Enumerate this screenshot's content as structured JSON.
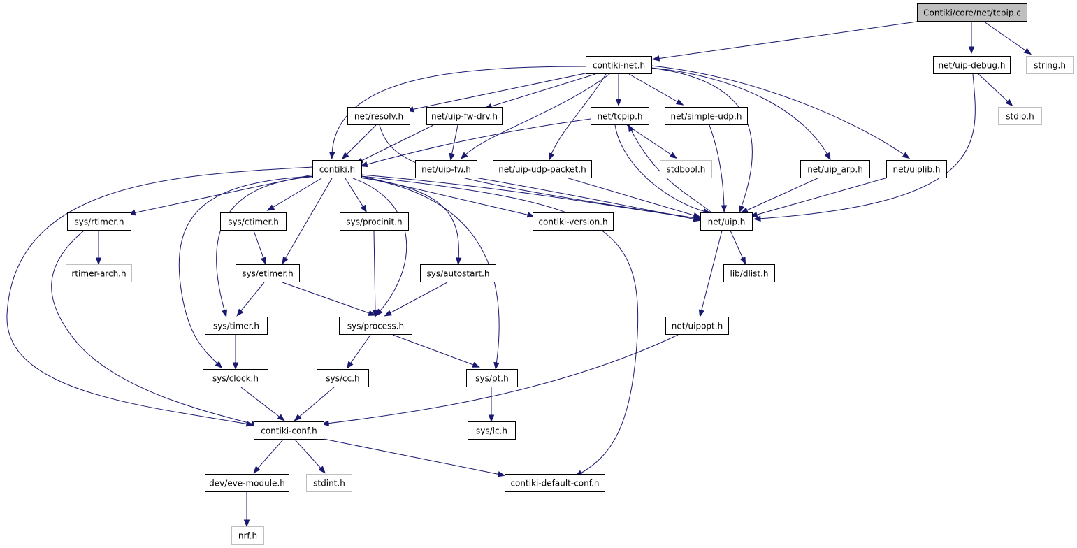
{
  "diagram": {
    "type": "include-dependency-graph",
    "edge_color": "#191970",
    "root_fill": "#bfbfbf",
    "missing_border": "#bfbfbf",
    "nodes": [
      {
        "id": "tcpip_c",
        "label": "Contiki/core/net/tcpip.c",
        "kind": "root"
      },
      {
        "id": "contiki_net_h",
        "label": "contiki-net.h",
        "kind": "file"
      },
      {
        "id": "uip_debug_h",
        "label": "net/uip-debug.h",
        "kind": "file"
      },
      {
        "id": "string_h",
        "label": "string.h",
        "kind": "missing"
      },
      {
        "id": "stdio_h",
        "label": "stdio.h",
        "kind": "missing"
      },
      {
        "id": "resolv_h",
        "label": "net/resolv.h",
        "kind": "file"
      },
      {
        "id": "uip_fw_drv_h",
        "label": "net/uip-fw-drv.h",
        "kind": "file"
      },
      {
        "id": "tcpip_h",
        "label": "net/tcpip.h",
        "kind": "file"
      },
      {
        "id": "simple_udp_h",
        "label": "net/simple-udp.h",
        "kind": "file"
      },
      {
        "id": "contiki_h",
        "label": "contiki.h",
        "kind": "file"
      },
      {
        "id": "uip_fw_h",
        "label": "net/uip-fw.h",
        "kind": "file"
      },
      {
        "id": "uip_udp_packet_h",
        "label": "net/uip-udp-packet.h",
        "kind": "file"
      },
      {
        "id": "stdbool_h",
        "label": "stdbool.h",
        "kind": "missing"
      },
      {
        "id": "uip_arp_h",
        "label": "net/uip_arp.h",
        "kind": "file"
      },
      {
        "id": "uiplib_h",
        "label": "net/uiplib.h",
        "kind": "file"
      },
      {
        "id": "rtimer_h",
        "label": "sys/rtimer.h",
        "kind": "file"
      },
      {
        "id": "ctimer_h",
        "label": "sys/ctimer.h",
        "kind": "file"
      },
      {
        "id": "procinit_h",
        "label": "sys/procinit.h",
        "kind": "file"
      },
      {
        "id": "contiki_version_h",
        "label": "contiki-version.h",
        "kind": "file"
      },
      {
        "id": "uip_h",
        "label": "net/uip.h",
        "kind": "file"
      },
      {
        "id": "rtimer_arch_h",
        "label": "rtimer-arch.h",
        "kind": "missing"
      },
      {
        "id": "etimer_h",
        "label": "sys/etimer.h",
        "kind": "file"
      },
      {
        "id": "autostart_h",
        "label": "sys/autostart.h",
        "kind": "file"
      },
      {
        "id": "dlist_h",
        "label": "lib/dlist.h",
        "kind": "file"
      },
      {
        "id": "timer_h",
        "label": "sys/timer.h",
        "kind": "file"
      },
      {
        "id": "process_h",
        "label": "sys/process.h",
        "kind": "file"
      },
      {
        "id": "uipopt_h",
        "label": "net/uipopt.h",
        "kind": "file"
      },
      {
        "id": "clock_h",
        "label": "sys/clock.h",
        "kind": "file"
      },
      {
        "id": "cc_h",
        "label": "sys/cc.h",
        "kind": "file"
      },
      {
        "id": "pt_h",
        "label": "sys/pt.h",
        "kind": "file"
      },
      {
        "id": "contiki_conf_h",
        "label": "contiki-conf.h",
        "kind": "file"
      },
      {
        "id": "lc_h",
        "label": "sys/lc.h",
        "kind": "file"
      },
      {
        "id": "eve_module_h",
        "label": "dev/eve-module.h",
        "kind": "file"
      },
      {
        "id": "stdint_h",
        "label": "stdint.h",
        "kind": "missing"
      },
      {
        "id": "contiki_default_conf_h",
        "label": "contiki-default-conf.h",
        "kind": "file"
      },
      {
        "id": "nrf_h",
        "label": "nrf.h",
        "kind": "missing"
      }
    ],
    "edges": [
      [
        "tcpip_c",
        "contiki_net_h"
      ],
      [
        "tcpip_c",
        "uip_debug_h"
      ],
      [
        "tcpip_c",
        "string_h"
      ],
      [
        "uip_debug_h",
        "stdio_h"
      ],
      [
        "uip_debug_h",
        "uip_h"
      ],
      [
        "contiki_net_h",
        "contiki_h"
      ],
      [
        "contiki_net_h",
        "resolv_h"
      ],
      [
        "contiki_net_h",
        "uip_fw_drv_h"
      ],
      [
        "contiki_net_h",
        "tcpip_h"
      ],
      [
        "contiki_net_h",
        "simple_udp_h"
      ],
      [
        "contiki_net_h",
        "uip_fw_h"
      ],
      [
        "contiki_net_h",
        "uip_udp_packet_h"
      ],
      [
        "contiki_net_h",
        "uip_h"
      ],
      [
        "contiki_net_h",
        "uip_arp_h"
      ],
      [
        "contiki_net_h",
        "uiplib_h"
      ],
      [
        "resolv_h",
        "contiki_h"
      ],
      [
        "resolv_h",
        "uip_h"
      ],
      [
        "uip_fw_drv_h",
        "contiki_h"
      ],
      [
        "uip_fw_drv_h",
        "uip_fw_h"
      ],
      [
        "tcpip_h",
        "contiki_h"
      ],
      [
        "tcpip_h",
        "stdbool_h"
      ],
      [
        "tcpip_h",
        "uip_h"
      ],
      [
        "simple_udp_h",
        "uip_h"
      ],
      [
        "uip_fw_h",
        "uip_h"
      ],
      [
        "uip_udp_packet_h",
        "uip_h"
      ],
      [
        "uip_arp_h",
        "uip_h"
      ],
      [
        "uiplib_h",
        "uip_h"
      ],
      [
        "uip_h",
        "tcpip_h"
      ],
      [
        "contiki_h",
        "contiki_conf_h"
      ],
      [
        "contiki_h",
        "rtimer_h"
      ],
      [
        "contiki_h",
        "ctimer_h"
      ],
      [
        "contiki_h",
        "etimer_h"
      ],
      [
        "contiki_h",
        "timer_h"
      ],
      [
        "contiki_h",
        "clock_h"
      ],
      [
        "contiki_h",
        "procinit_h"
      ],
      [
        "contiki_h",
        "process_h"
      ],
      [
        "contiki_h",
        "autostart_h"
      ],
      [
        "contiki_h",
        "pt_h"
      ],
      [
        "contiki_h",
        "contiki_version_h"
      ],
      [
        "contiki_h",
        "uip_h"
      ],
      [
        "contiki_h",
        "contiki_default_conf_h"
      ],
      [
        "rtimer_h",
        "rtimer_arch_h"
      ],
      [
        "rtimer_h",
        "contiki_conf_h"
      ],
      [
        "ctimer_h",
        "etimer_h"
      ],
      [
        "etimer_h",
        "timer_h"
      ],
      [
        "etimer_h",
        "process_h"
      ],
      [
        "procinit_h",
        "process_h"
      ],
      [
        "autostart_h",
        "process_h"
      ],
      [
        "timer_h",
        "clock_h"
      ],
      [
        "clock_h",
        "contiki_conf_h"
      ],
      [
        "process_h",
        "cc_h"
      ],
      [
        "process_h",
        "pt_h"
      ],
      [
        "cc_h",
        "contiki_conf_h"
      ],
      [
        "pt_h",
        "lc_h"
      ],
      [
        "uip_h",
        "dlist_h"
      ],
      [
        "uip_h",
        "uipopt_h"
      ],
      [
        "uipopt_h",
        "contiki_conf_h"
      ],
      [
        "contiki_conf_h",
        "eve_module_h"
      ],
      [
        "contiki_conf_h",
        "stdint_h"
      ],
      [
        "contiki_conf_h",
        "contiki_default_conf_h"
      ],
      [
        "eve_module_h",
        "nrf_h"
      ]
    ]
  }
}
